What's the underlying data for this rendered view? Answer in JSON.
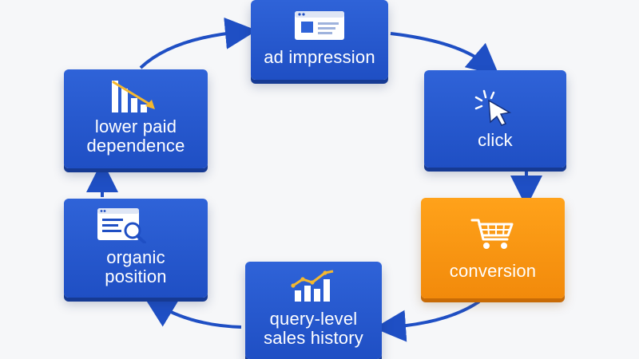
{
  "diagram": {
    "nodes": [
      {
        "id": "ad",
        "label": "ad impression",
        "icon": "browser-window-icon"
      },
      {
        "id": "click",
        "label": "click",
        "icon": "mouse-pointer-click-icon"
      },
      {
        "id": "conv",
        "label": "conversion",
        "icon": "shopping-cart-icon"
      },
      {
        "id": "query",
        "label": "query-level\nsales history",
        "icon": "trend-bar-chart-icon"
      },
      {
        "id": "org",
        "label": "organic\nposition",
        "icon": "search-page-icon"
      },
      {
        "id": "lower",
        "label": "lower paid\ndependence",
        "icon": "declining-bars-icon"
      }
    ],
    "flow": [
      "ad",
      "click",
      "conv",
      "query",
      "org",
      "lower",
      "ad"
    ],
    "colors": {
      "node_blue": "#1f4fc4",
      "node_orange": "#f28a0b",
      "arrow": "#1f4fc4",
      "background": "#f6f7f9"
    }
  }
}
